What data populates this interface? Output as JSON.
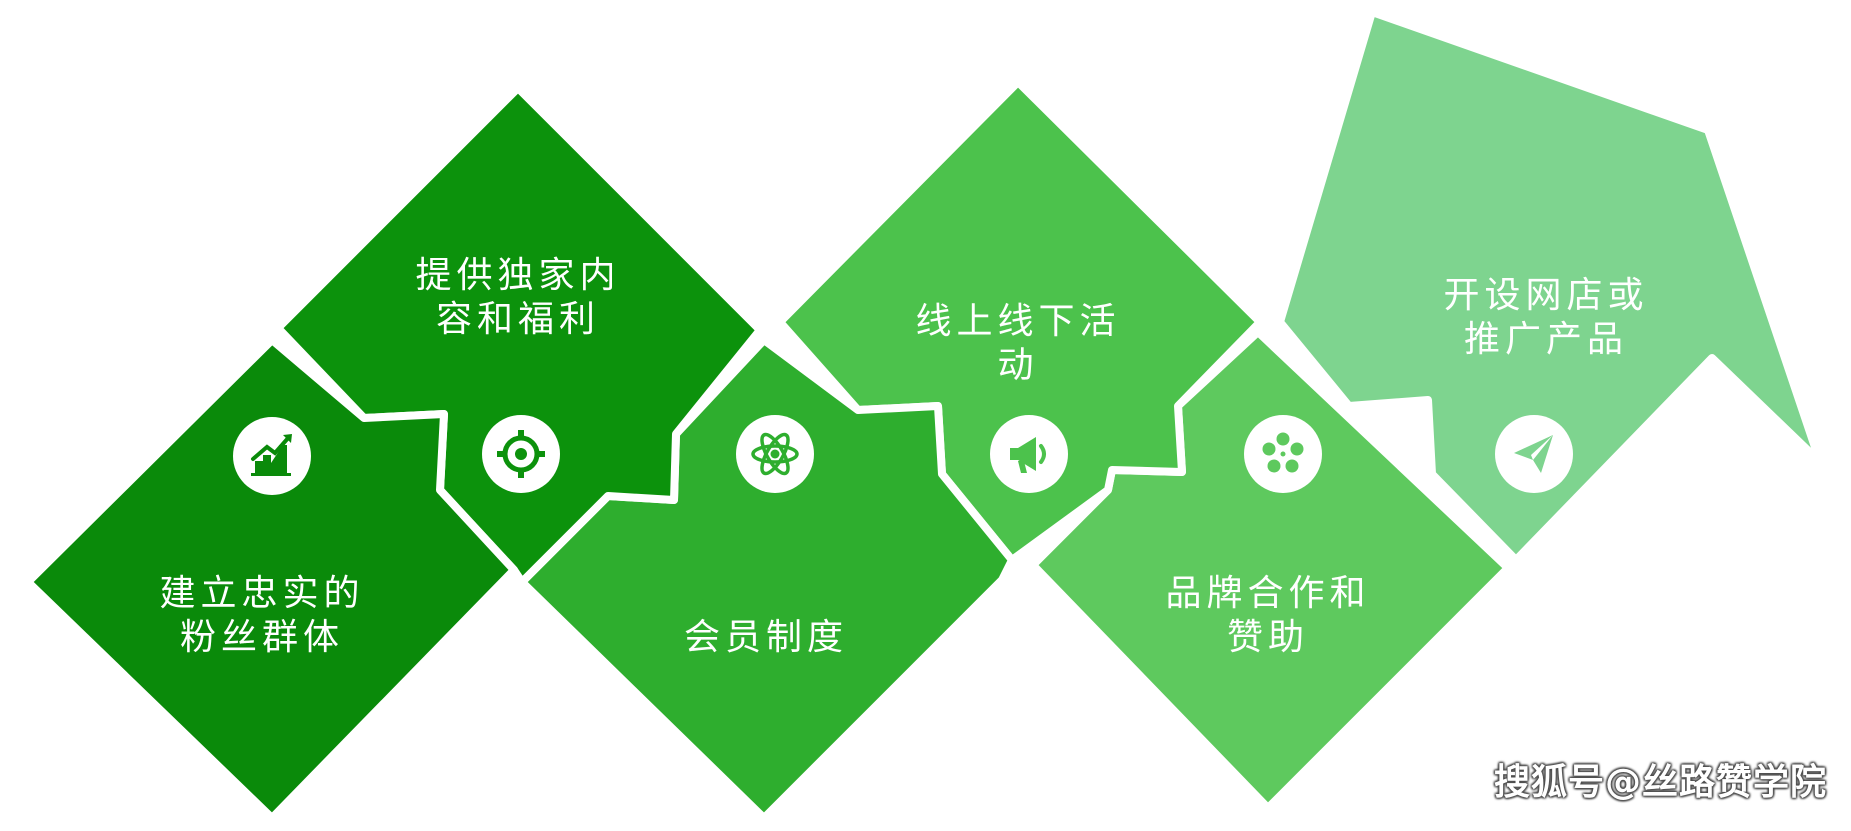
{
  "colors": {
    "step1": "#0a8a0a",
    "step2": "#0c920c",
    "step3": "#2eae2e",
    "step4": "#4cc24c",
    "step5": "#5ec95e",
    "step6": "#7ed48f"
  },
  "steps": [
    {
      "lines": [
        "建立忠实的",
        "粉丝群体"
      ],
      "icon": "trend-chart-icon"
    },
    {
      "lines": [
        "提供独家内",
        "容和福利"
      ],
      "icon": "target-icon"
    },
    {
      "lines": [
        "会员制度"
      ],
      "icon": "atom-icon"
    },
    {
      "lines": [
        "线上线下活",
        "动"
      ],
      "icon": "megaphone-icon"
    },
    {
      "lines": [
        "品牌合作和",
        "赞助"
      ],
      "icon": "film-reel-icon"
    },
    {
      "lines": [
        "开设网店或",
        "推广产品"
      ],
      "icon": "paper-plane-icon"
    }
  ],
  "watermark": "搜狐号@丝路赞学院"
}
